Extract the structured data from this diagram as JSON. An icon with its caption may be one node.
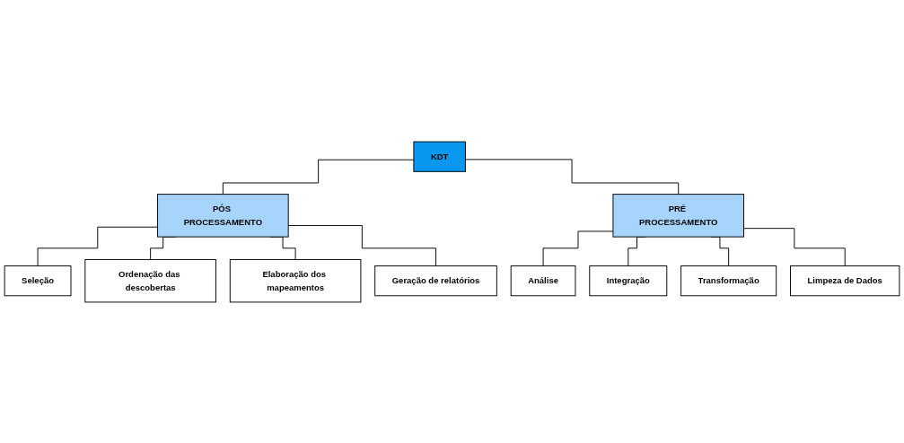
{
  "diagram": {
    "nodes": [
      {
        "text": [
          "KDT"
        ]
      },
      {
        "text": [
          "PÓS PROCESSAMENTO"
        ]
      },
      {
        "text": [
          "Seleção"
        ]
      },
      {
        "text": [
          "Ordenação das descobertas"
        ]
      },
      {
        "text": [
          "Elaboração dos mapeamentos"
        ]
      },
      {
        "text": [
          "Geração de relatórios"
        ]
      },
      {
        "text": [
          "PRÉ PROCESSAMENTO"
        ]
      },
      {
        "text": [
          "Análise"
        ]
      },
      {
        "text": [
          "Integração"
        ]
      },
      {
        "text": [
          "Transformação"
        ]
      },
      {
        "text": [
          "Limpeza de Dados"
        ]
      }
    ],
    "edges": [
      {
        "from": 0,
        "to": 1,
        "arrow": "none"
      },
      {
        "from": 0,
        "to": 6,
        "arrow": "none"
      },
      {
        "from": 1,
        "to": 2,
        "arrow": "none"
      },
      {
        "from": 1,
        "to": 3,
        "arrow": "none"
      },
      {
        "from": 1,
        "to": 4,
        "arrow": "none"
      },
      {
        "from": 1,
        "to": 5,
        "arrow": "none"
      },
      {
        "from": 6,
        "to": 7,
        "arrow": "none"
      },
      {
        "from": 6,
        "to": 8,
        "arrow": "none"
      },
      {
        "from": 6,
        "to": 9,
        "arrow": "none"
      },
      {
        "from": 6,
        "to": 10,
        "arrow": "none"
      }
    ]
  }
}
